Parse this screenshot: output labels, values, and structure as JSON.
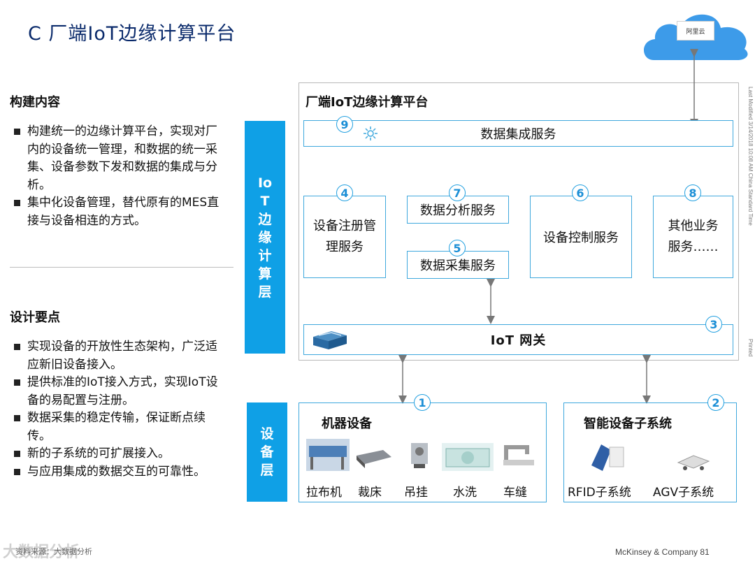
{
  "title": "C  厂端IoT边缘计算平台",
  "cloud": {
    "logo_text": "阿里云"
  },
  "left": {
    "build_heading": "构建内容",
    "build_items": [
      "构建统一的边缘计算平台，实现对厂内的设备统一管理，和数据的统一采集、设备参数下发和数据的集成与分析。",
      "集中化设备管理，替代原有的MES直接与设备相连的方式。"
    ],
    "design_heading": "设计要点",
    "design_items": [
      "实现设备的开放性生态架构，广泛适应新旧设备接入。",
      "提供标准的IoT接入方式，实现IoT设备的易配置与注册。",
      "数据采集的稳定传输，保证断点续传。",
      "新的子系统的可扩展接入。",
      "与应用集成的数据交互的可靠性。"
    ]
  },
  "layers": {
    "iot": "IoT边缘计算层",
    "device": "设备层"
  },
  "platform": {
    "title": "厂端IoT边缘计算平台",
    "integration": {
      "num": "9",
      "label": "数据集成服务"
    },
    "register": {
      "num": "4",
      "line1": "设备注册管",
      "line2": "理服务"
    },
    "analysis": {
      "num": "7",
      "label": "数据分析服务"
    },
    "collect": {
      "num": "5",
      "label": "数据采集服务"
    },
    "control": {
      "num": "6",
      "label": "设备控制服务"
    },
    "other": {
      "num": "8",
      "line1": "其他业务",
      "line2": "服务……"
    },
    "gateway": {
      "num": "3",
      "label": "IoT  网关"
    }
  },
  "machines": {
    "num": "1",
    "title": "机器设备",
    "items": [
      "拉布机",
      "裁床",
      "吊挂",
      "水洗",
      "车缝"
    ]
  },
  "smart": {
    "num": "2",
    "title": "智能设备子系统",
    "items": [
      "RFID子系统",
      "AGV子系统"
    ]
  },
  "footer": {
    "company": "McKinsey & Company   81",
    "source": "资料来源：大数据分析",
    "watermark": "大数据分析",
    "side_note": "Last Modified 3/14/2018 10:08 AM China Standard Time",
    "side_printed": "Printed"
  },
  "colors": {
    "accent": "#0fa0e6",
    "border": "#3fa8dd",
    "title": "#0a2a6b",
    "cloud": "#3d9be9"
  }
}
